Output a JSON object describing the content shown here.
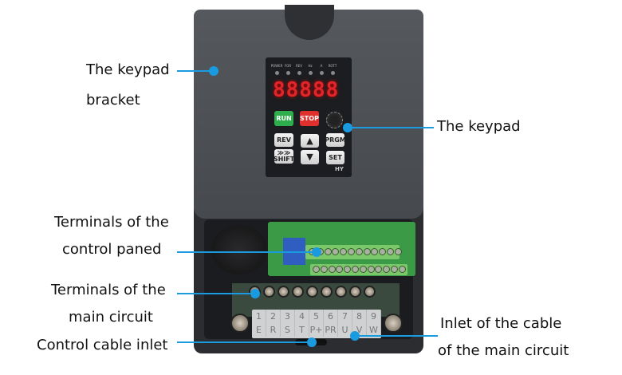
{
  "callouts": {
    "keypad_bracket": [
      "The keypad",
      "bracket"
    ],
    "keypad": "The keypad",
    "control_terminals": [
      "Terminals of the",
      "control paned"
    ],
    "main_terminals": [
      "Terminals of the",
      "main circuit"
    ],
    "control_inlet": "Control cable inlet",
    "main_inlet": [
      "Inlet of the cable",
      "of the main circuit"
    ]
  },
  "keypad": {
    "leds": [
      "POWER",
      "FOR",
      "REV",
      "Hz",
      "A",
      "ROTT"
    ],
    "display": "88888",
    "buttons": {
      "run": "RUN",
      "stop": "STOP",
      "rev": "REV",
      "up": "▲",
      "prgm": "PRGM",
      "shift_arrows": "≫≫",
      "shift": "SHIFT",
      "down": "▼",
      "set": "SET"
    },
    "brand": "HY"
  },
  "terminal_strip": {
    "numbers": [
      "1",
      "2",
      "3",
      "4",
      "5",
      "6",
      "7",
      "8",
      "9"
    ],
    "names": [
      "E",
      "R",
      "S",
      "T",
      "P+",
      "PR",
      "U",
      "V",
      "W"
    ]
  },
  "colors": {
    "accent": "#1a9be0",
    "run": "#2fae4e",
    "stop": "#e0302e",
    "pcb": "#3a9a46"
  }
}
